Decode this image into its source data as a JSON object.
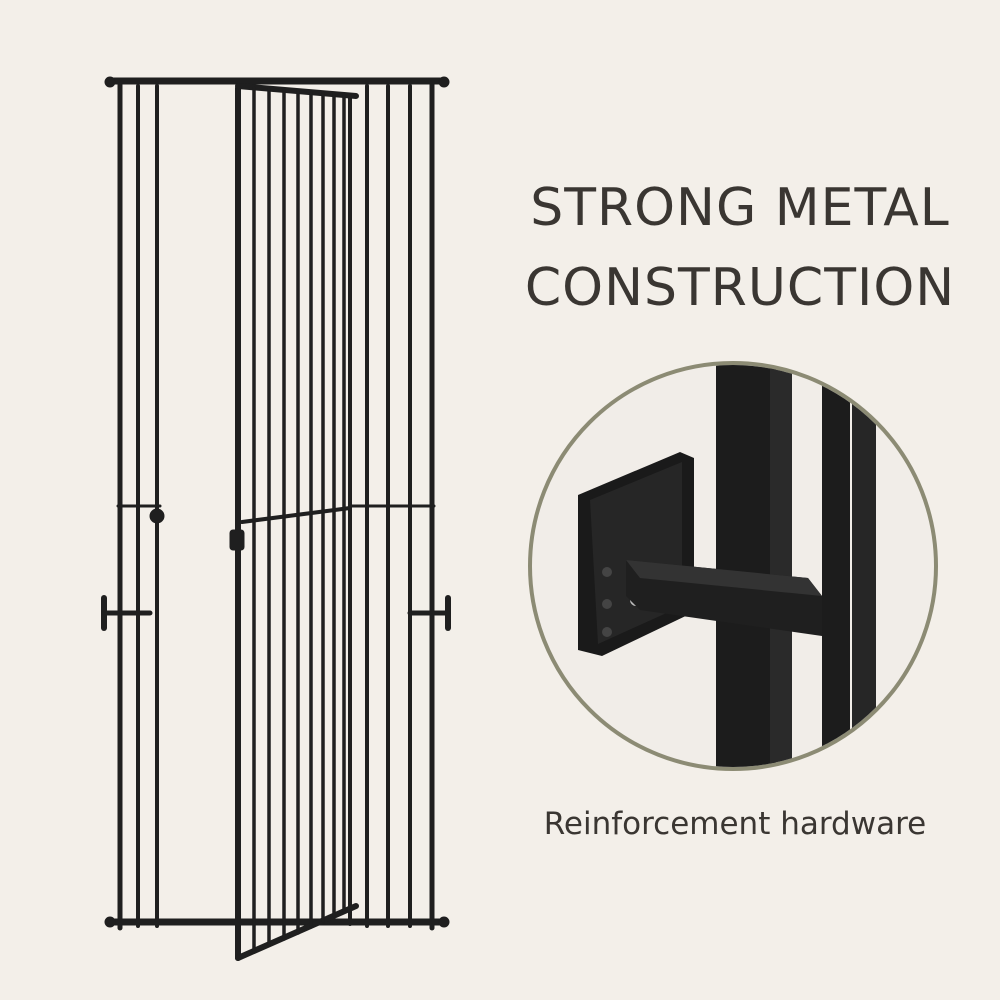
{
  "headline": {
    "line1": "STRONG METAL",
    "line2": "CONSTRUCTION"
  },
  "caption": "Reinforcement hardware",
  "colors": {
    "background": "#f3efe9",
    "metal": "#1f1f1f",
    "circle_border": "#8c8b74",
    "text": "#3a3632"
  },
  "icons": [
    "gate-illustration",
    "reinforcement-hardware-closeup"
  ]
}
